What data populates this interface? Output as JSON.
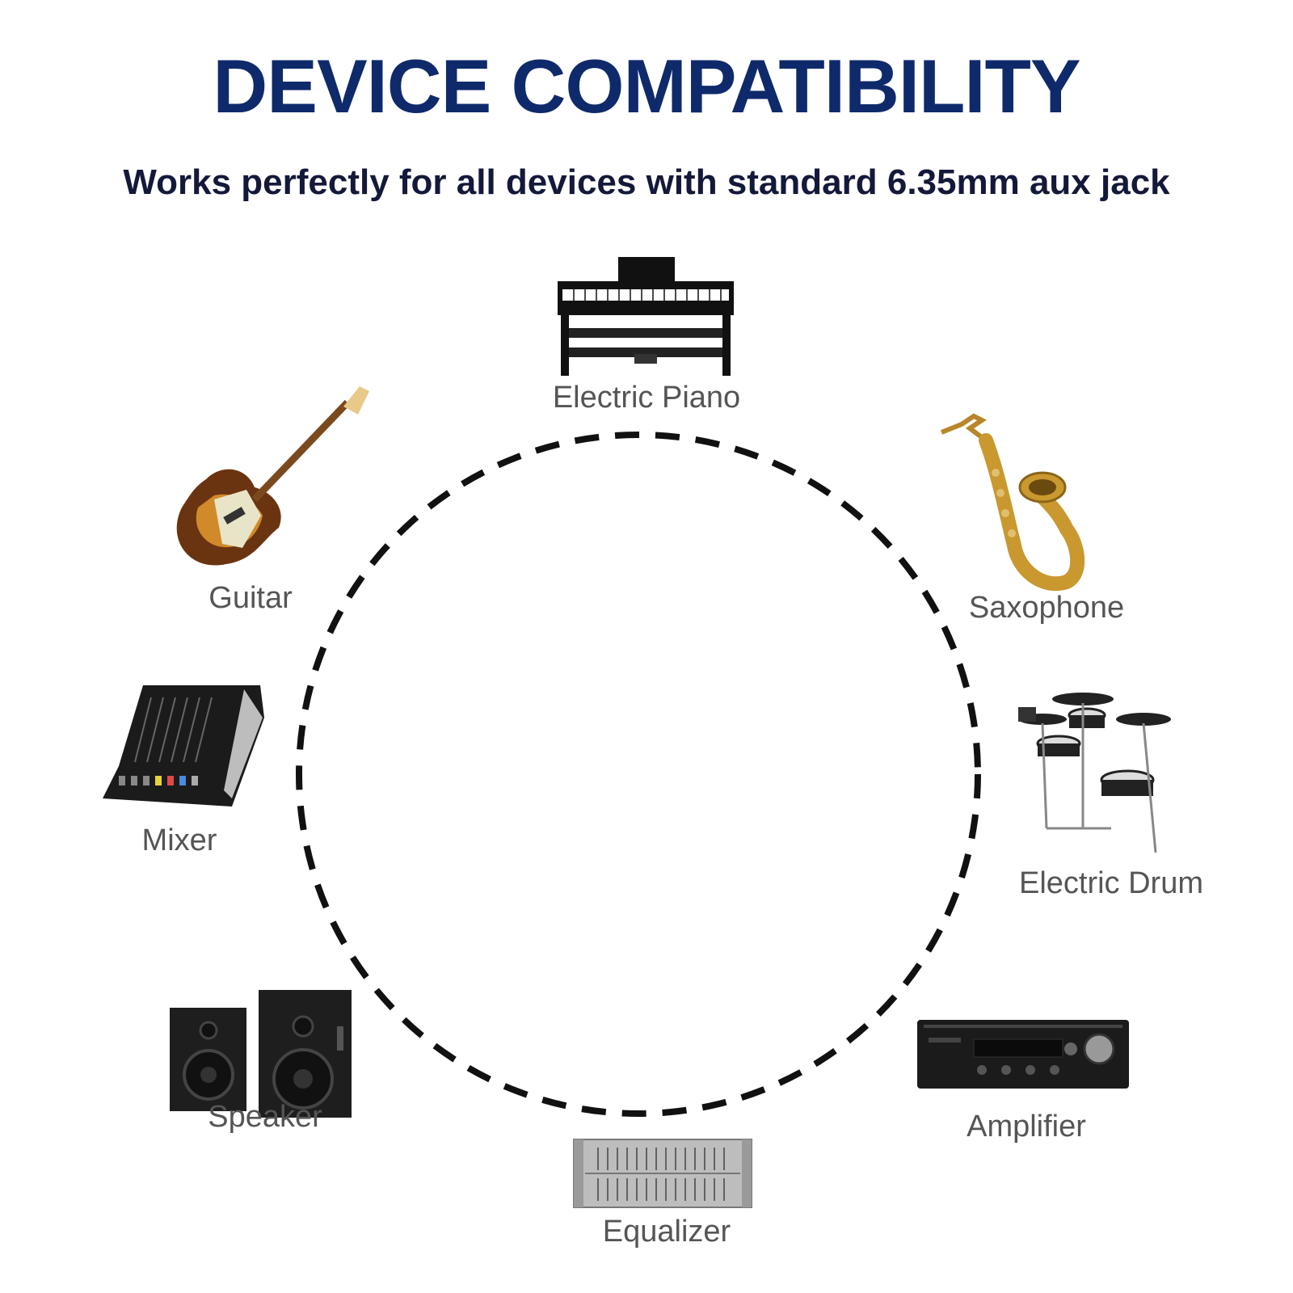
{
  "header": {
    "title": "DEVICE COMPATIBILITY",
    "subtitle": "Works perfectly for all devices with standard 6.35mm aux jack"
  },
  "colors": {
    "title": "#0f2a6b",
    "subtitle": "#14193a",
    "label": "#555555",
    "ring": "#111111"
  },
  "devices": [
    {
      "label": "Electric Piano",
      "icon": "electric-piano-icon"
    },
    {
      "label": "Guitar",
      "icon": "guitar-icon"
    },
    {
      "label": "Saxophone",
      "icon": "saxophone-icon"
    },
    {
      "label": "Mixer",
      "icon": "mixer-icon"
    },
    {
      "label": "Electric Drum",
      "icon": "electric-drum-icon"
    },
    {
      "label": "Speaker",
      "icon": "speaker-icon"
    },
    {
      "label": "Amplifier",
      "icon": "amplifier-icon"
    },
    {
      "label": "Equalizer",
      "icon": "equalizer-icon"
    }
  ]
}
